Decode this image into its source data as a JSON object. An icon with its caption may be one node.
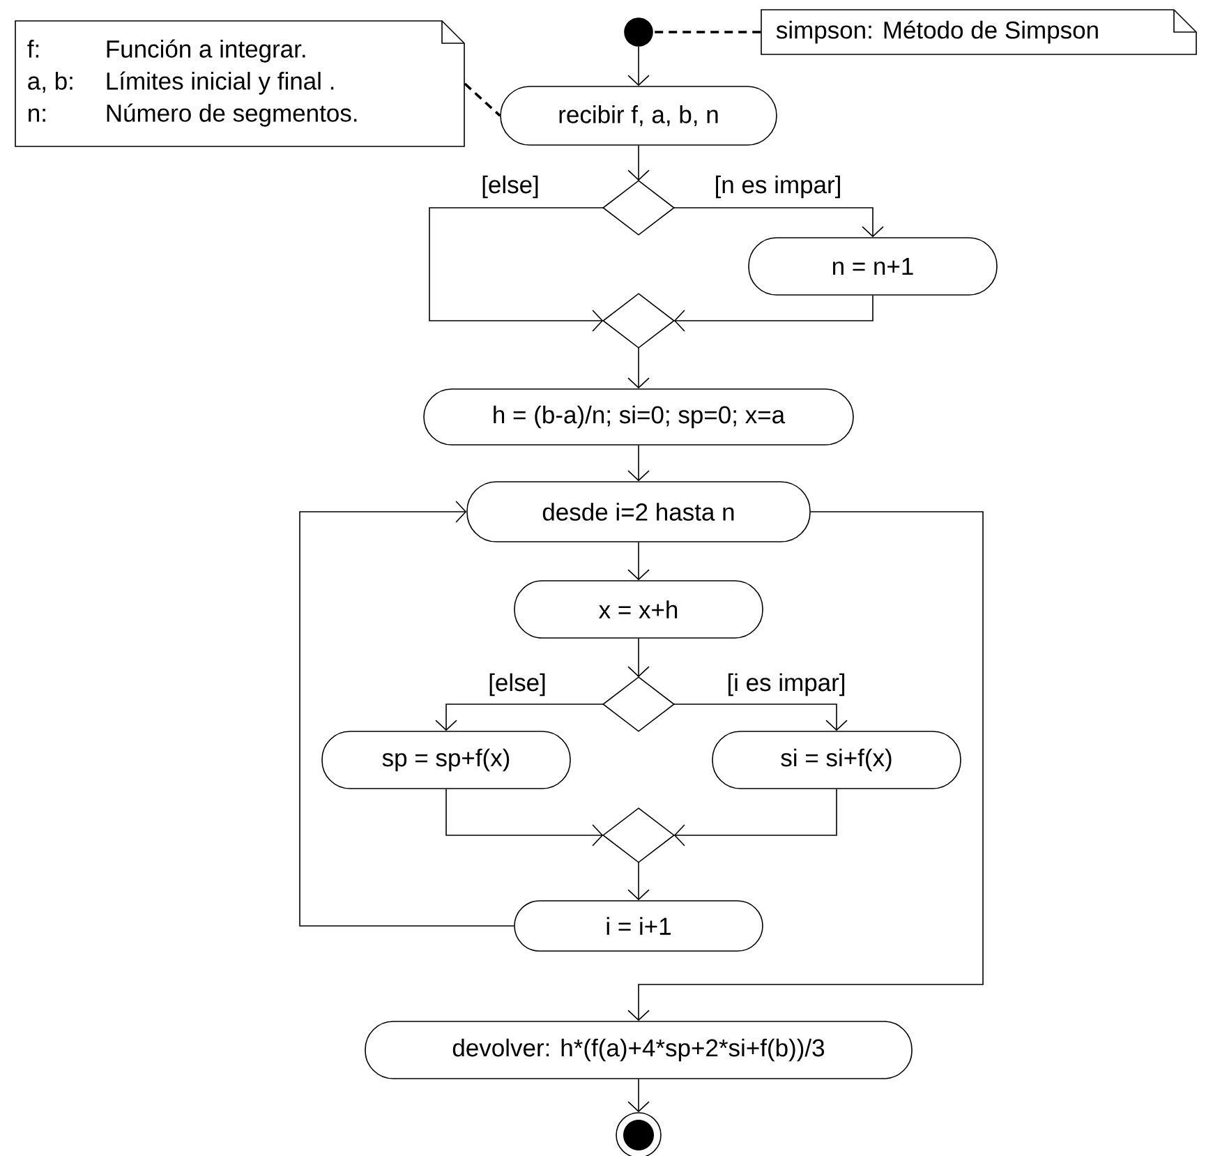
{
  "diagram": {
    "nodes": [
      {
        "text": [],
        "shape": "circle"
      },
      {
        "text": [
          "simpson: Método de Simpson"
        ]
      },
      {
        "text": [
          "f:",
          "Función a integrar.",
          "a, b:",
          "Límites inicial y final .",
          "n:",
          "Número de segmentos."
        ]
      },
      {
        "text": [
          "recibir f, a, b, n"
        ]
      },
      {
        "text": [],
        "shape": "diamond"
      },
      {
        "text": [
          "n = n+1"
        ]
      },
      {
        "text": [],
        "shape": "diamond"
      },
      {
        "text": [
          "h = (b-a)/n; si=0; sp=0; x=a"
        ]
      },
      {
        "text": [
          "desde i=2 hasta n"
        ]
      },
      {
        "text": [
          "x = x+h"
        ]
      },
      {
        "text": [],
        "shape": "diamond"
      },
      {
        "text": [
          "sp = sp+f(x)"
        ]
      },
      {
        "text": [
          "si = si+f(x)"
        ]
      },
      {
        "text": [],
        "shape": "diamond"
      },
      {
        "text": [
          "i = i+1"
        ]
      },
      {
        "text": [
          "devolver: h*(f(a)+4*sp+2*si+f(b))/3"
        ]
      },
      {
        "text": [],
        "shape": "circle"
      }
    ],
    "edges": [
      {
        "from": 0,
        "to": 3,
        "arrow": "to"
      },
      {
        "from": 1,
        "to": 0,
        "arrow": "none",
        "style": "dashed"
      },
      {
        "from": 2,
        "to": 3,
        "arrow": "none",
        "style": "dashed"
      },
      {
        "from": 3,
        "to": 4,
        "arrow": "to"
      },
      {
        "from": 4,
        "to": 6,
        "arrow": "to",
        "label": "[else]"
      },
      {
        "from": 4,
        "to": 5,
        "arrow": "to",
        "label": "[n es impar]"
      },
      {
        "from": 5,
        "to": 6,
        "arrow": "to"
      },
      {
        "from": 6,
        "to": 7,
        "arrow": "to"
      },
      {
        "from": 7,
        "to": 8,
        "arrow": "to"
      },
      {
        "from": 8,
        "to": 9,
        "arrow": "to"
      },
      {
        "from": 9,
        "to": 10,
        "arrow": "to"
      },
      {
        "from": 10,
        "to": 11,
        "arrow": "to",
        "label": "[else]"
      },
      {
        "from": 10,
        "to": 12,
        "arrow": "to",
        "label": "[i es impar]"
      },
      {
        "from": 11,
        "to": 13,
        "arrow": "to"
      },
      {
        "from": 12,
        "to": 13,
        "arrow": "to"
      },
      {
        "from": 13,
        "to": 14,
        "arrow": "to"
      },
      {
        "from": 14,
        "to": 8,
        "arrow": "to"
      },
      {
        "from": 8,
        "to": 15,
        "arrow": "to"
      },
      {
        "from": 15,
        "to": 16,
        "arrow": "to"
      }
    ]
  }
}
